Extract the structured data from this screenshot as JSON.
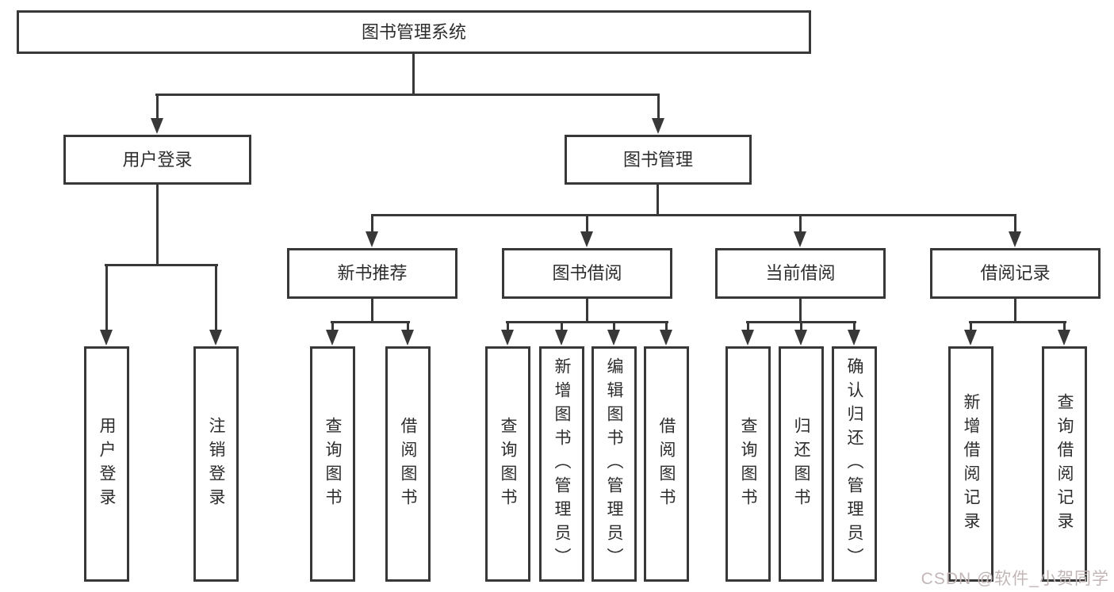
{
  "nodes": {
    "root": "图书管理系统",
    "l1": [
      "用户登录",
      "图书管理"
    ],
    "l2": [
      "新书推荐",
      "图书借阅",
      "当前借阅",
      "借阅记录"
    ],
    "l3_login": [
      "用户登录",
      "注销登录"
    ],
    "l3_recommend": [
      "查询图书",
      "借阅图书"
    ],
    "l3_borrow": [
      "查询图书",
      "新增图书（管理员）",
      "编辑图书（管理员）",
      "借阅图书"
    ],
    "l3_current": [
      "查询图书",
      "归还图书",
      "确认归还（管理员）"
    ],
    "l3_records": [
      "新增借阅记录",
      "查询借阅记录"
    ]
  },
  "watermark": "CSDN @软件_小贺同学",
  "colors": {
    "line": "#383838",
    "text": "#2d2d2d",
    "background": "#ffffff",
    "watermark": "#c2b6b6"
  }
}
